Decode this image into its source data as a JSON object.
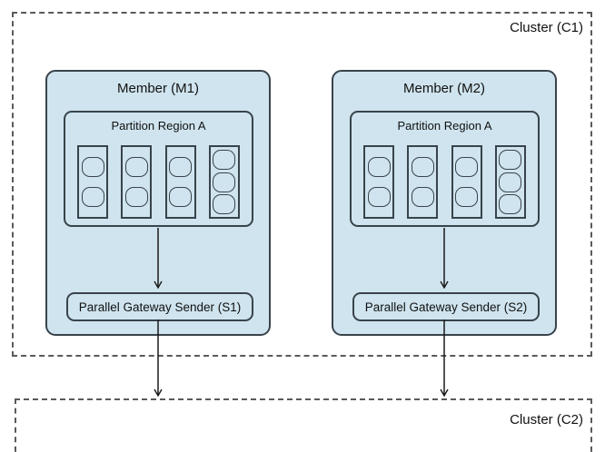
{
  "clusters": [
    {
      "id": "C1",
      "label": "Cluster (C1)"
    },
    {
      "id": "C2",
      "label": "Cluster (C2)"
    }
  ],
  "members": [
    {
      "label": "Member (M1)",
      "partition": {
        "label": "Partition Region A",
        "buckets": [
          2,
          2,
          2,
          3
        ]
      },
      "sender": {
        "label": "Parallel Gateway Sender (S1)"
      }
    },
    {
      "label": "Member (M2)",
      "partition": {
        "label": "Partition Region A",
        "buckets": [
          2,
          2,
          2,
          3
        ]
      },
      "sender": {
        "label": "Parallel Gateway Sender (S2)"
      }
    }
  ],
  "colors": {
    "background": "#ffffff",
    "member_fill": "#cfe4ee",
    "box_stroke": "#39434b",
    "dashed_border": "#5a5a5a",
    "arrow": "#1a1a1a",
    "text": "#111111"
  }
}
